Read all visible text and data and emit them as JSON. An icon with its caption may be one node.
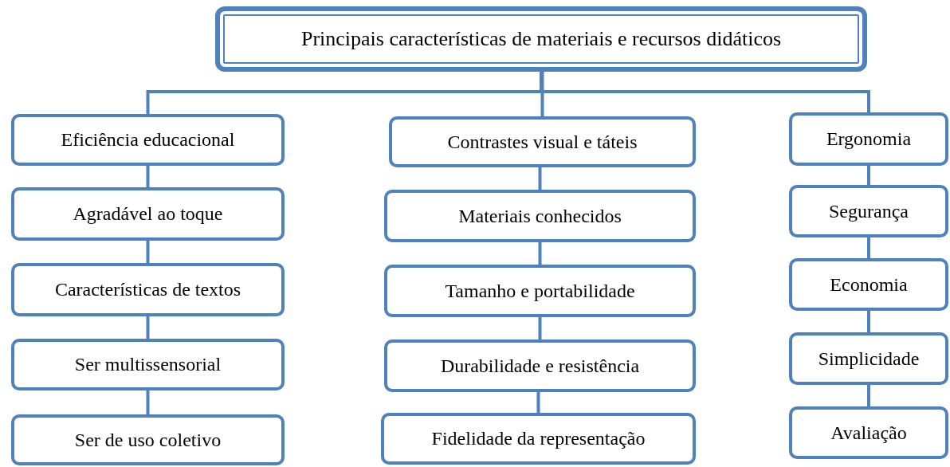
{
  "diagram": {
    "nodes": [
      {
        "text": [
          "Principais características de materiais e recursos didáticos"
        ]
      },
      {
        "text": [
          "Eficiência educacional"
        ]
      },
      {
        "text": [
          "Agradável ao toque"
        ]
      },
      {
        "text": [
          "Características de textos"
        ]
      },
      {
        "text": [
          "Ser multissensorial"
        ]
      },
      {
        "text": [
          "Ser de uso coletivo"
        ]
      },
      {
        "text": [
          "Contrastes visual e táteis"
        ]
      },
      {
        "text": [
          "Materiais conhecidos"
        ]
      },
      {
        "text": [
          "Tamanho e portabilidade"
        ]
      },
      {
        "text": [
          "Durabilidade e resistência"
        ]
      },
      {
        "text": [
          "Fidelidade da representação"
        ]
      },
      {
        "text": [
          "Ergonomia"
        ]
      },
      {
        "text": [
          "Segurança"
        ]
      },
      {
        "text": [
          "Economia"
        ]
      },
      {
        "text": [
          "Simplicidade"
        ]
      },
      {
        "text": [
          "Avaliação"
        ]
      }
    ],
    "edges": [
      {
        "from": 0,
        "to": 1,
        "arrow": "none"
      },
      {
        "from": 0,
        "to": 6,
        "arrow": "none"
      },
      {
        "from": 0,
        "to": 11,
        "arrow": "none"
      },
      {
        "from": 1,
        "to": 2,
        "arrow": "none"
      },
      {
        "from": 2,
        "to": 3,
        "arrow": "none"
      },
      {
        "from": 3,
        "to": 4,
        "arrow": "none"
      },
      {
        "from": 4,
        "to": 5,
        "arrow": "none"
      },
      {
        "from": 6,
        "to": 7,
        "arrow": "none"
      },
      {
        "from": 7,
        "to": 8,
        "arrow": "none"
      },
      {
        "from": 8,
        "to": 9,
        "arrow": "none"
      },
      {
        "from": 9,
        "to": 10,
        "arrow": "none"
      },
      {
        "from": 11,
        "to": 12,
        "arrow": "none"
      },
      {
        "from": 12,
        "to": 13,
        "arrow": "none"
      },
      {
        "from": 13,
        "to": 14,
        "arrow": "none"
      },
      {
        "from": 14,
        "to": 15,
        "arrow": "none"
      }
    ]
  }
}
